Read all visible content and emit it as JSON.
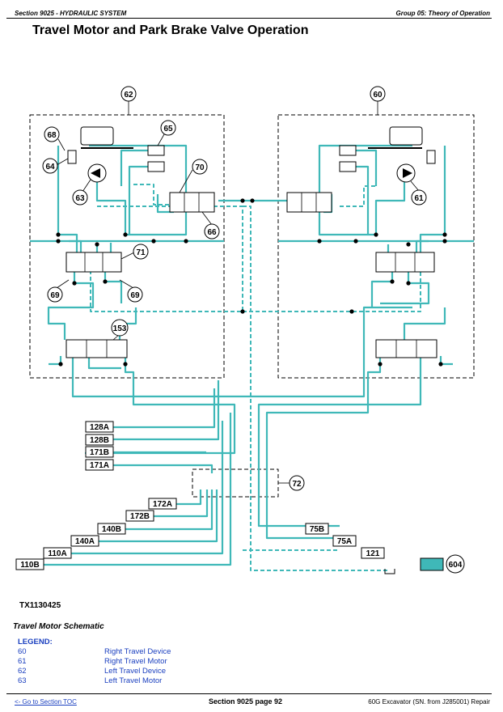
{
  "header": {
    "section": "Section 9025 - HYDRAULIC SYSTEM",
    "group": "Group 05: Theory of Operation"
  },
  "title": "Travel Motor and Park Brake Valve Operation",
  "figure_id": "TX1130425",
  "caption": "Travel Motor Schematic",
  "callouts": {
    "c60": "60",
    "c61": "61",
    "c62": "62",
    "c63": "63",
    "c64": "64",
    "c65": "65",
    "c66": "66",
    "c68": "68",
    "c69a": "69",
    "c69b": "69",
    "c70": "70",
    "c71": "71",
    "c72": "72",
    "c153": "153",
    "c604": "604"
  },
  "ports_left": [
    "128A",
    "128B",
    "171B",
    "171A",
    "172A",
    "172B",
    "140B",
    "140A",
    "110A",
    "110B"
  ],
  "ports_right": [
    "75B",
    "75A",
    "121"
  ],
  "legend": {
    "title": "LEGEND:",
    "items": [
      {
        "num": "60",
        "desc": "Right Travel Device"
      },
      {
        "num": "61",
        "desc": "Right Travel Motor"
      },
      {
        "num": "62",
        "desc": "Left Travel Device"
      },
      {
        "num": "63",
        "desc": "Left Travel Motor"
      }
    ]
  },
  "colors": {
    "line": "#3fb8b8",
    "key": "#3fb8b8",
    "legend_text": "#1a3fbf"
  },
  "footer": {
    "toc_link": "<- Go to Section TOC",
    "page": "Section 9025 page 92",
    "model": "60G Excavator (SN. from J285001) Repair"
  }
}
